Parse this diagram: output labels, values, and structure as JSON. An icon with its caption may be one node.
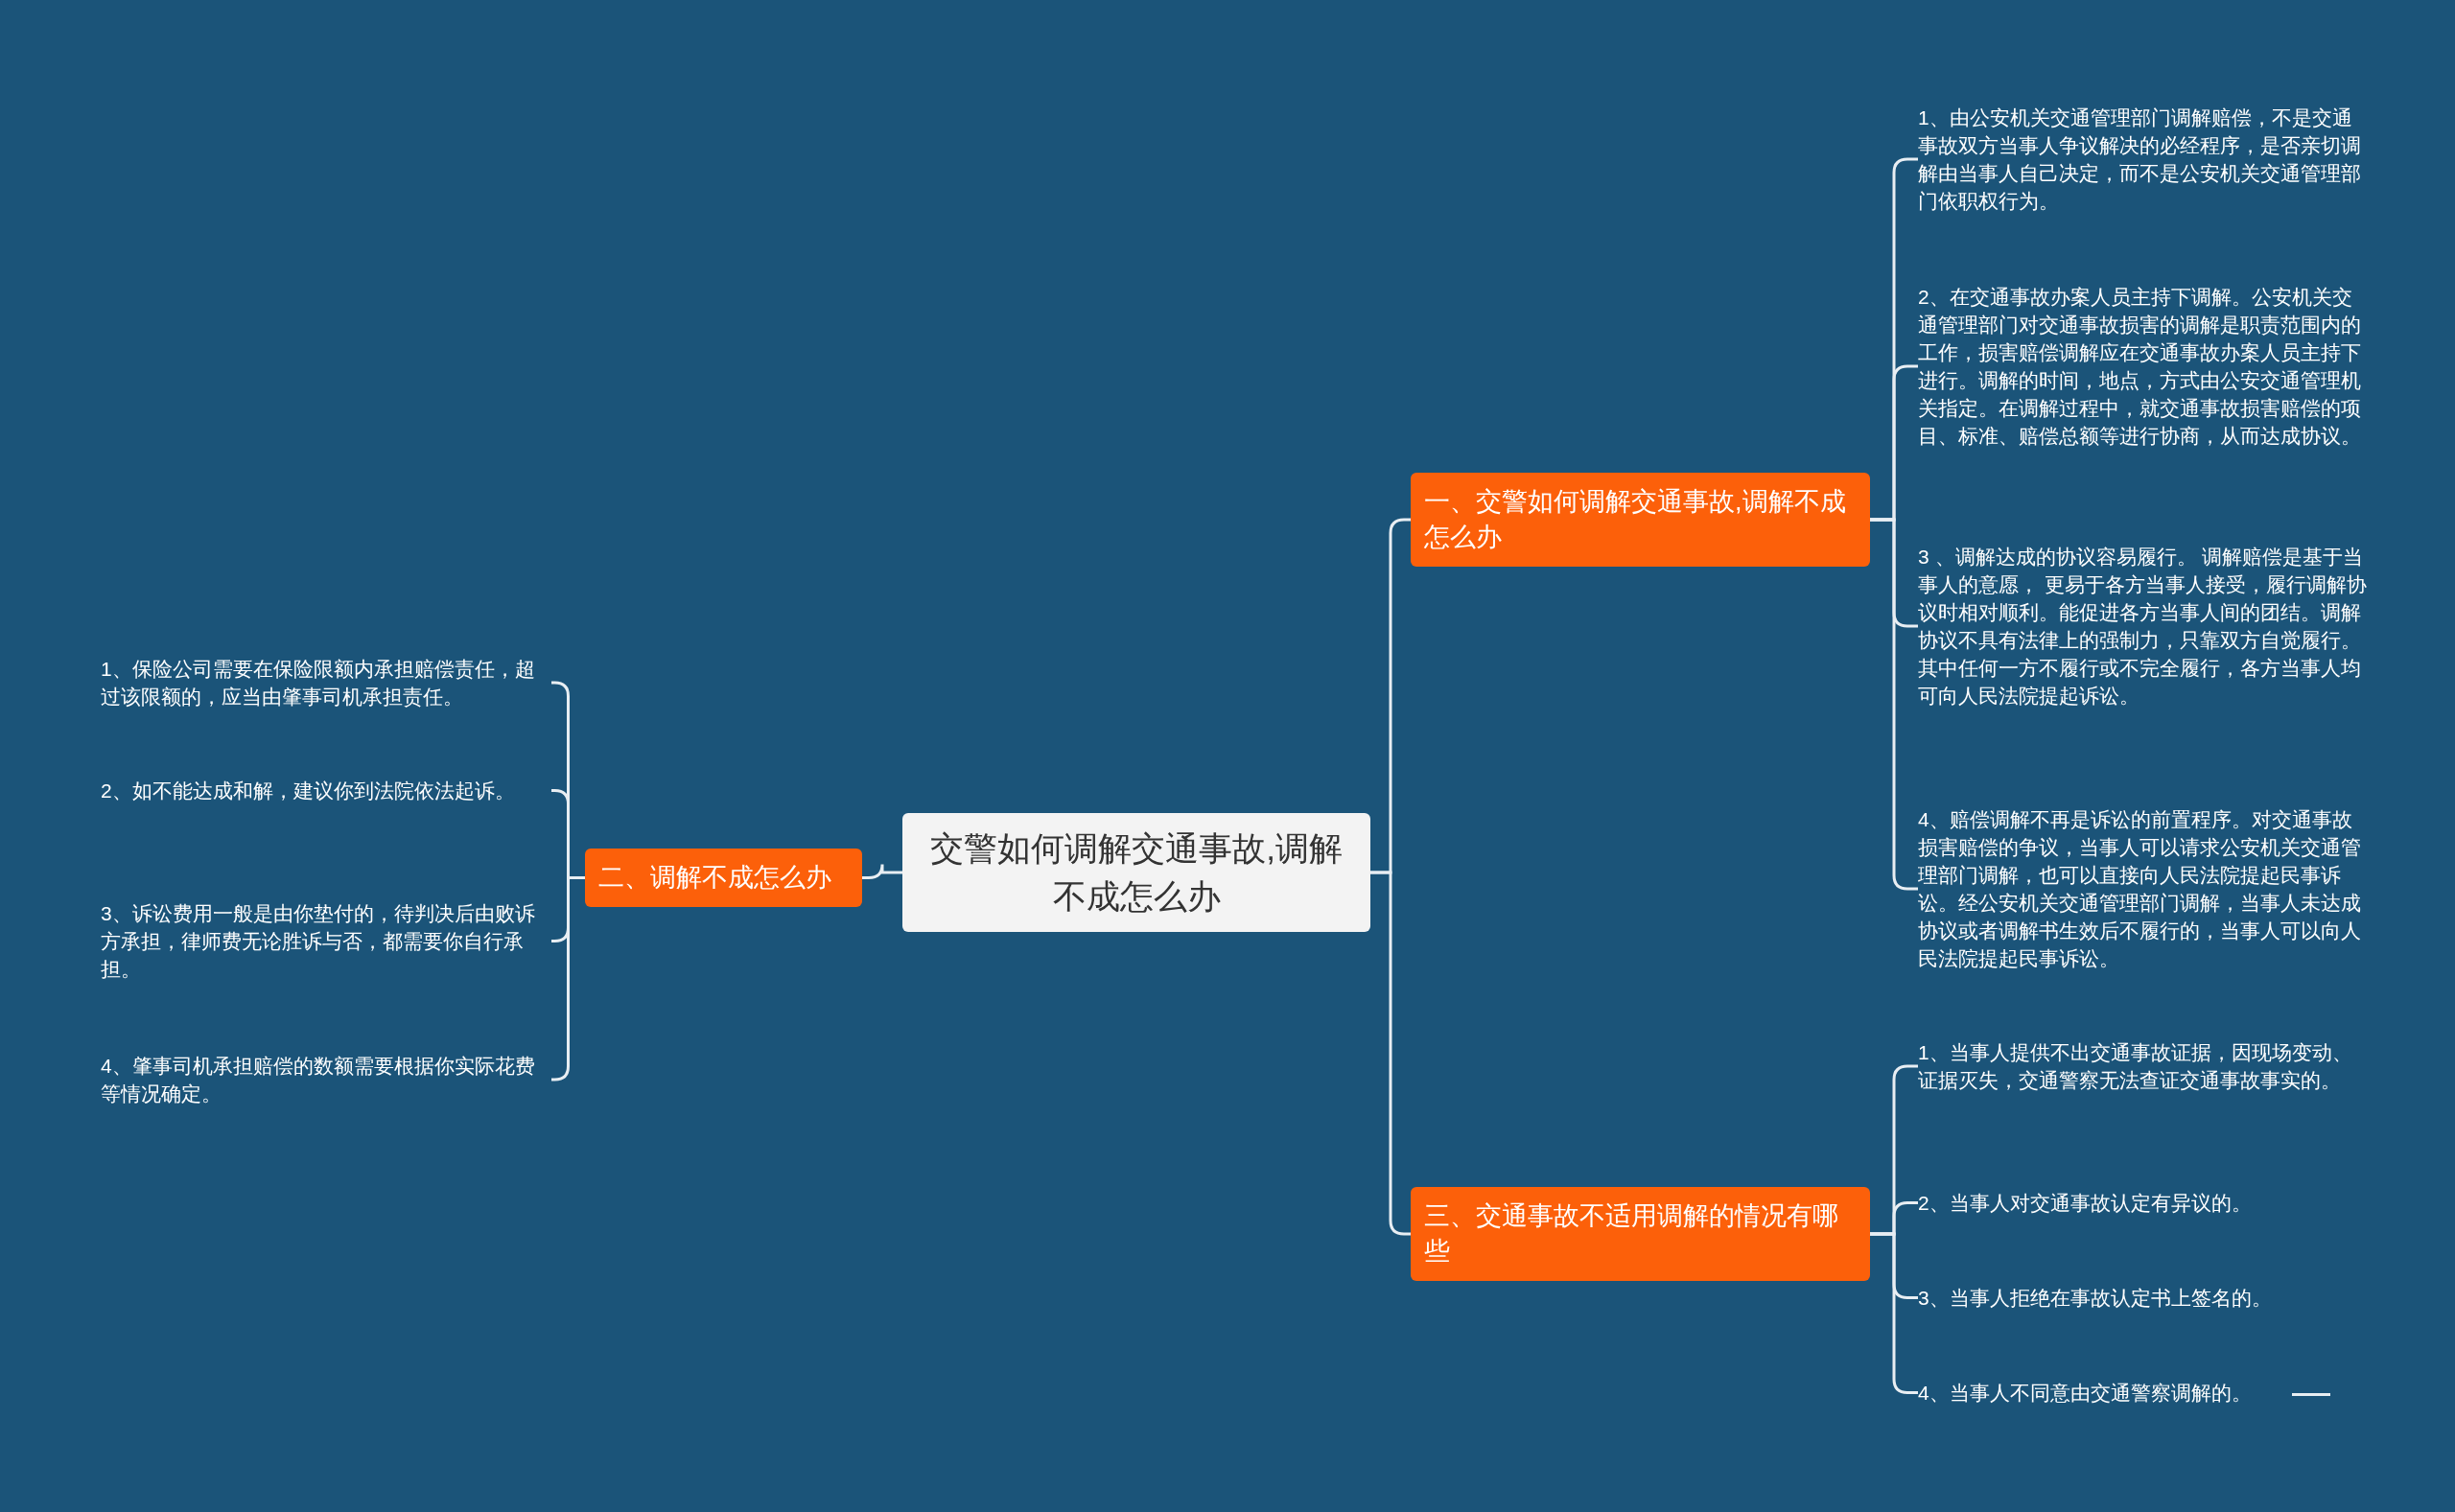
{
  "diagram": {
    "nodes": [
      {
        "text": [
          "交警如何调解交通事故,调解不成怎么办"
        ]
      },
      {
        "text": [
          "一、交警如何调解交通事故,调解不成怎么办"
        ]
      },
      {
        "text": [
          "1、由公安机关交通管理部门调解赔偿，不是交通事故双方当事人争议解决的必经程序，是否亲切调解由当事人自己决定，而不是公安机关交通管理部门依职权行为。"
        ]
      },
      {
        "text": [
          "2、在交通事故办案人员主持下调解。公安机关交通管理部门对交通事故损害的调解是职责范围内的工作，损害赔偿调解应在交通事故办案人员主持下进行。调解的时间，地点，方式由公安交通管理机关指定。在调解过程中，就交通事故损害赔偿的项目、标准、赔偿总额等进行协商，从而达成协议。"
        ]
      },
      {
        "text": [
          "3 、调解达成的协议容易履行。 调解赔偿是基于当事人的意愿， 更易于各方当事人接受，履行调解协议时相对顺利。能促进各方当事人间的团结。调解协议不具有法律上的强制力，只靠双方自觉履行。其中任何一方不履行或不完全履行，各方当事人均可向人民法院提起诉讼。"
        ]
      },
      {
        "text": [
          "4、赔偿调解不再是诉讼的前置程序。对交通事故损害赔偿的争议，当事人可以请求公安机关交通管理部门调解，也可以直接向人民法院提起民事诉讼。经公安机关交通管理部门调解，当事人未达成协议或者调解书生效后不履行的，当事人可以向人民法院提起民事诉讼。"
        ]
      },
      {
        "text": [
          "三、交通事故不适用调解的情况有哪些"
        ]
      },
      {
        "text": [
          "1、当事人提供不出交通事故证据，因现场变动、证据灭失，交通警察无法查证交通事故事实的。"
        ]
      },
      {
        "text": [
          "2、当事人对交通事故认定有异议的。"
        ]
      },
      {
        "text": [
          "3、当事人拒绝在事故认定书上签名的。"
        ]
      },
      {
        "text": [
          "4、当事人不同意由交通警察调解的。"
        ]
      },
      {
        "text": [
          "二、调解不成怎么办"
        ]
      },
      {
        "text": [
          "1、保险公司需要在保险限额内承担赔偿责任，超过该限额的，应当由肇事司机承担责任。"
        ]
      },
      {
        "text": [
          "2、如不能达成和解，建议你到法院依法起诉。"
        ]
      },
      {
        "text": [
          "3、诉讼费用一般是由你垫付的，待判决后由败诉方承担，律师费无论胜诉与否，都需要你自行承担。"
        ]
      },
      {
        "text": [
          "4、肇事司机承担赔偿的数额需要根据你实际花费等情况确定。"
        ]
      }
    ],
    "edges": [
      {
        "from": 0,
        "to": 1,
        "arrow": "none"
      },
      {
        "from": 1,
        "to": 2,
        "arrow": "none"
      },
      {
        "from": 1,
        "to": 3,
        "arrow": "none"
      },
      {
        "from": 1,
        "to": 4,
        "arrow": "none"
      },
      {
        "from": 1,
        "to": 5,
        "arrow": "none"
      },
      {
        "from": 0,
        "to": 6,
        "arrow": "none"
      },
      {
        "from": 6,
        "to": 7,
        "arrow": "none"
      },
      {
        "from": 6,
        "to": 8,
        "arrow": "none"
      },
      {
        "from": 6,
        "to": 9,
        "arrow": "none"
      },
      {
        "from": 6,
        "to": 10,
        "arrow": "none"
      },
      {
        "from": 0,
        "to": 11,
        "arrow": "none"
      },
      {
        "from": 11,
        "to": 12,
        "arrow": "none"
      },
      {
        "from": 11,
        "to": 13,
        "arrow": "none"
      },
      {
        "from": 11,
        "to": 14,
        "arrow": "none"
      },
      {
        "from": 11,
        "to": 15,
        "arrow": "none"
      }
    ]
  }
}
